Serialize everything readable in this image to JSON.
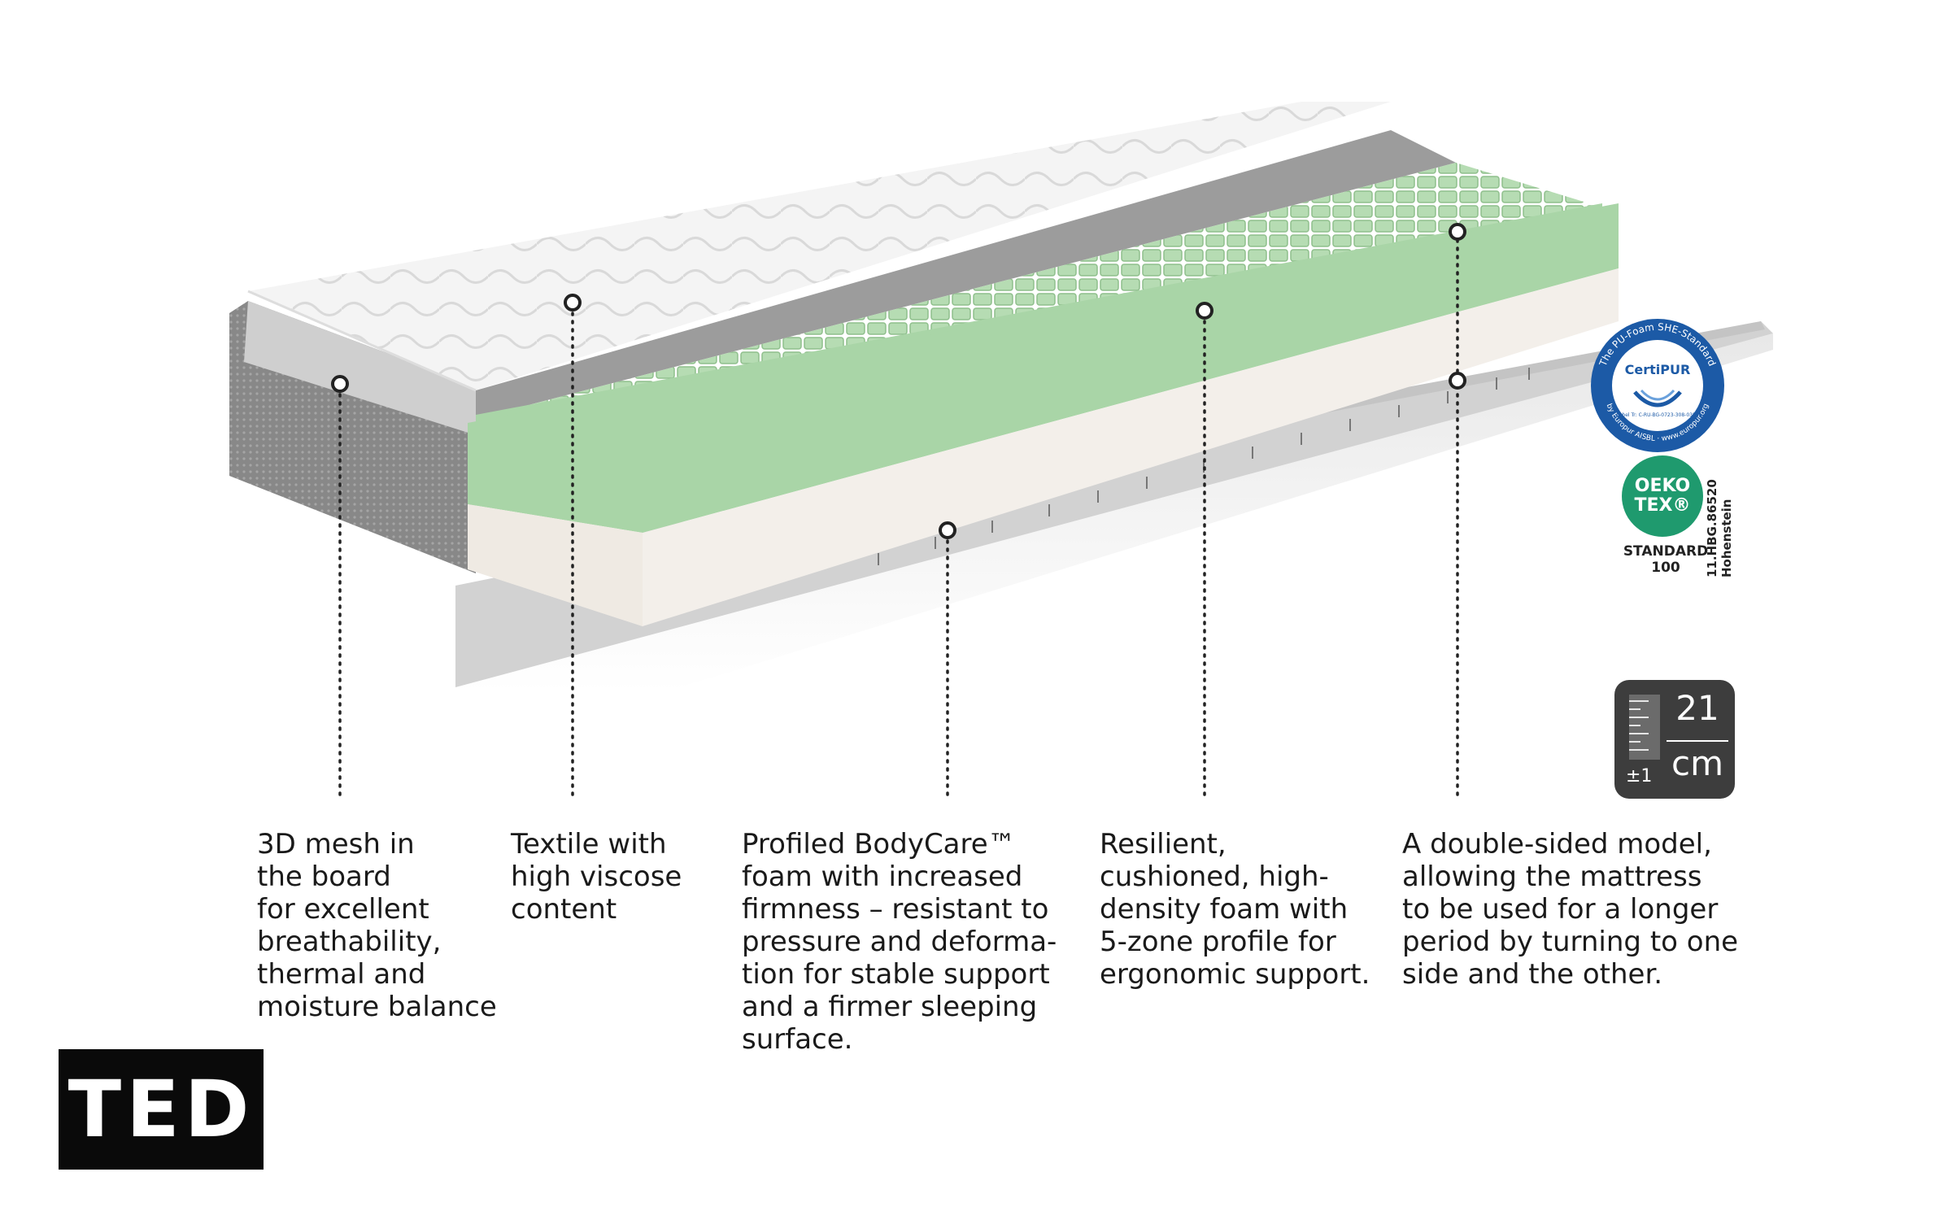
{
  "descriptions": [
    "3D mesh in\nthe board\nfor excellent\nbreathability,\nthermal and\nmoisture balance",
    "Textile with\nhigh viscose\ncontent",
    "Profiled BodyCare™\nfoam with increased\nfirmness – resistant to\npressure and deforma-\ntion for stable support\nand a firmer sleeping\nsurface.",
    "Resilient,\ncushioned, high-\ndensity foam with\n5-zone profile for\nergonomic support.",
    "A double-sided model,\nallowing the mattress\nto be used for a longer\nperiod by turning to one\nside and the other."
  ],
  "height": {
    "value": "21",
    "unit": "cm",
    "tolerance": "±1"
  },
  "brand": {
    "logo_text": "TED"
  },
  "certipur": {
    "brand": "CertiPUR",
    "ring_top": "The PU-Foam SHE-Standard",
    "ring_bottom": "by Europur AISBL · www.europur.org",
    "label": "Label Tr: C-RU-BG-0723-308-0352"
  },
  "oeko": {
    "line1": "OEKO",
    "line2": "TEX®",
    "standard": "STANDARD\n100",
    "code": "11.HBG.86520",
    "institute": "Hohenstein"
  },
  "colors": {
    "foam_green": "#a9d5a7",
    "foam_green_dark": "#93c291",
    "foam_white": "#f3efea",
    "cover_white": "#f4f4f4",
    "side_grey": "#8c8c8c",
    "certipur_blue": "#1c5aa6",
    "oeko_green": "#1f9a6e",
    "badge_dark": "#3d3d3d"
  }
}
